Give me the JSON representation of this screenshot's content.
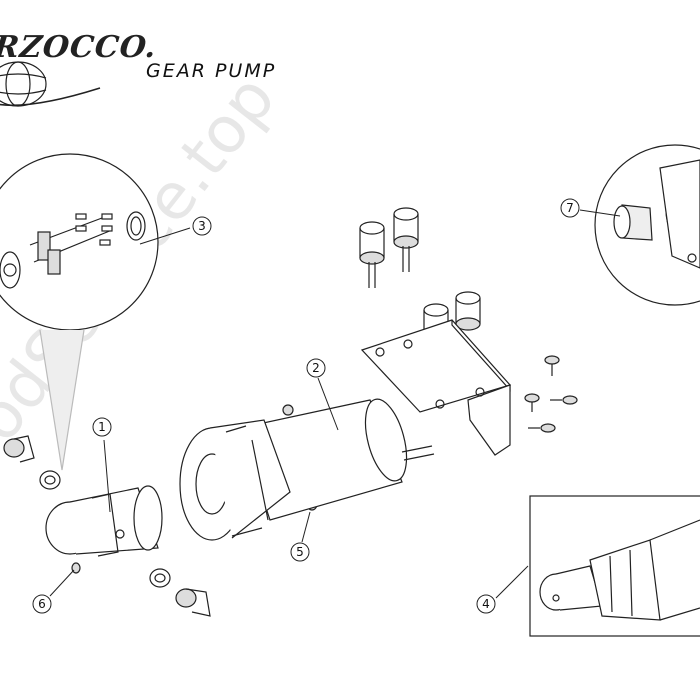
{
  "brand": {
    "logo_text": "RZOCCO."
  },
  "title": "GEAR PUMP",
  "watermark": "odService.top",
  "callouts": [
    {
      "id": "1",
      "label": "1"
    },
    {
      "id": "2",
      "label": "2"
    },
    {
      "id": "3",
      "label": "3"
    },
    {
      "id": "4",
      "label": "4"
    },
    {
      "id": "5",
      "label": "5"
    },
    {
      "id": "6",
      "label": "6"
    },
    {
      "id": "7",
      "label": "7"
    }
  ],
  "colors": {
    "line": "#222222",
    "fill": "#ffffff",
    "shade": "#d8d8d8",
    "dark": "#9a9a9a"
  }
}
